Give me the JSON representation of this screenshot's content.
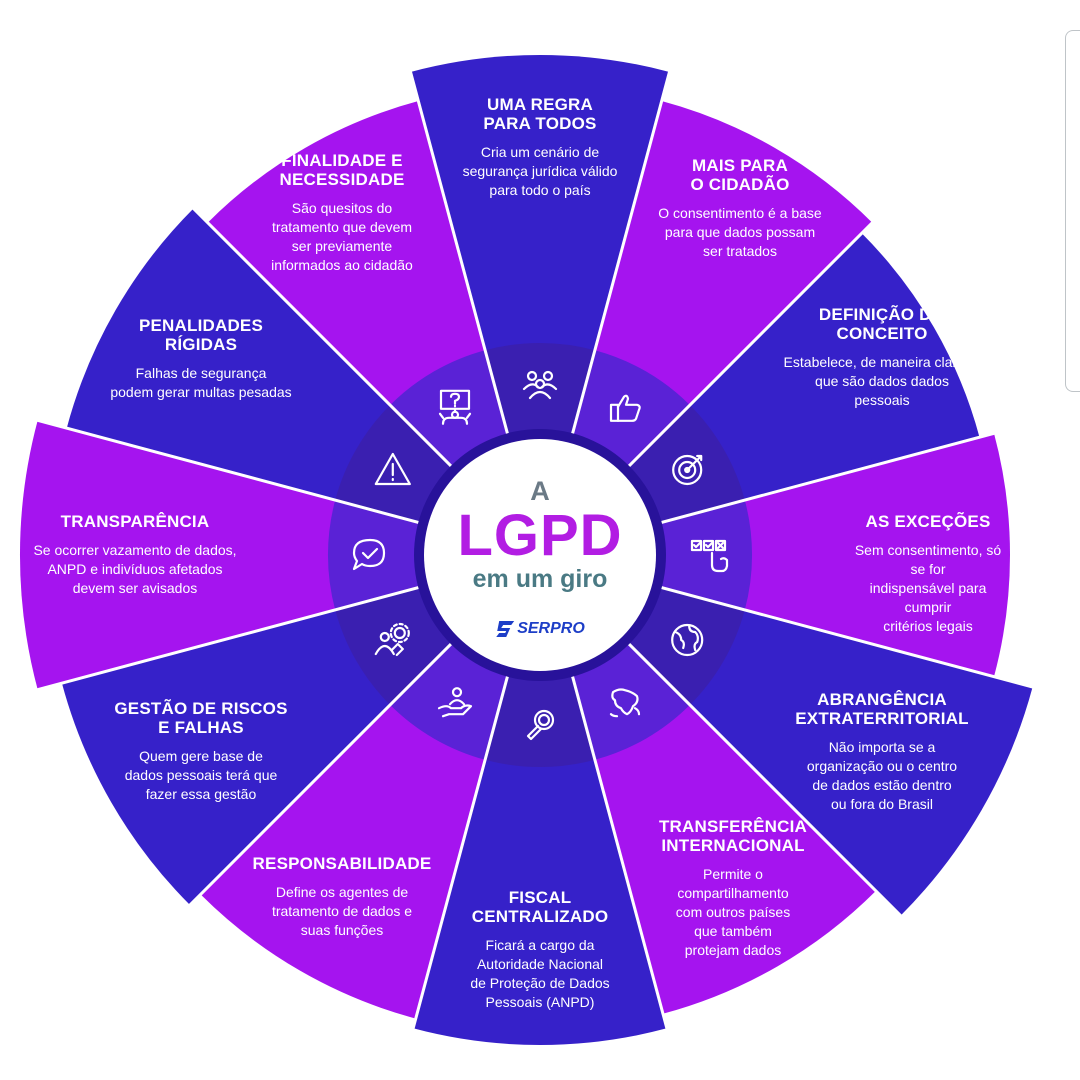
{
  "center": {
    "a": "A",
    "title": "LGPD",
    "subtitle": "em um giro",
    "logo_text": "SERPRO"
  },
  "colors": {
    "blue": "#3621c9",
    "purple": "#a514ef",
    "inner_ring": "#3a1fb0",
    "inner_ring_alt": "#5a22d6",
    "hub_border": "#28129a",
    "hub_fill": "#ffffff",
    "lgpd": "#b21de3",
    "logo": "#1d3ec7"
  },
  "segments": [
    {
      "title": "UMA REGRA\nPARA TODOS",
      "desc": "Cria um cenário de\nsegurança jurídica válido\npara todo o país",
      "icon": "people-group-icon",
      "color": "blue"
    },
    {
      "title": "MAIS PARA\nO CIDADÃO",
      "desc": "O consentimento é a base\npara que dados possam\nser tratados",
      "icon": "thumbs-up-icon",
      "color": "purple"
    },
    {
      "title": "DEFINIÇÃO DO\nCONCEITO",
      "desc": "Estabelece, de maneira clara, o\nque são dados dados\npessoais",
      "icon": "target-icon",
      "color": "blue"
    },
    {
      "title": "AS EXCEÇÕES",
      "desc": "Sem consentimento, só se for\nindispensável para cumprir\ncritérios legais",
      "icon": "checklist-hand-icon",
      "color": "purple"
    },
    {
      "title": "ABRANGÊNCIA\nEXTRATERRITORIAL",
      "desc": "Não importa se a\norganização ou o centro\nde dados estão dentro\nou fora do Brasil",
      "icon": "globe-icon",
      "color": "blue"
    },
    {
      "title": "TRANSFERÊNCIA\nINTERNACIONAL",
      "desc": "Permite o\ncompartilhamento\ncom outros países\nque também\nprotejam dados",
      "icon": "brazil-map-icon",
      "color": "purple"
    },
    {
      "title": "FISCAL\nCENTRALIZADO",
      "desc": "Ficará a cargo da\nAutoridade Nacional\nde Proteção de Dados\nPessoais (ANPD)",
      "icon": "magnifier-icon",
      "color": "blue"
    },
    {
      "title": "RESPONSABILIDADE",
      "desc": "Define os agentes de\ntratamento de dados e\nsuas funções",
      "icon": "hand-person-icon",
      "color": "purple"
    },
    {
      "title": "GESTÃO DE RISCOS\nE FALHAS",
      "desc": "Quem gere base de\ndados pessoais terá que\nfazer essa gestão",
      "icon": "gears-person-icon",
      "color": "blue"
    },
    {
      "title": "TRANSPARÊNCIA",
      "desc": "Se ocorrer vazamento de dados,\nANPD e indivíduos afetados\ndevem ser avisados",
      "icon": "chat-check-icon",
      "color": "purple"
    },
    {
      "title": "PENALIDADES\nRÍGIDAS",
      "desc": "Falhas de segurança\npodem gerar multas pesadas",
      "icon": "warning-icon",
      "color": "blue"
    },
    {
      "title": "FINALIDADE E\nNECESSIDADE",
      "desc": "São quesitos do\ntratamento que devem\nser previamente\ninformados ao cidadão",
      "icon": "question-person-icon",
      "color": "purple"
    }
  ]
}
